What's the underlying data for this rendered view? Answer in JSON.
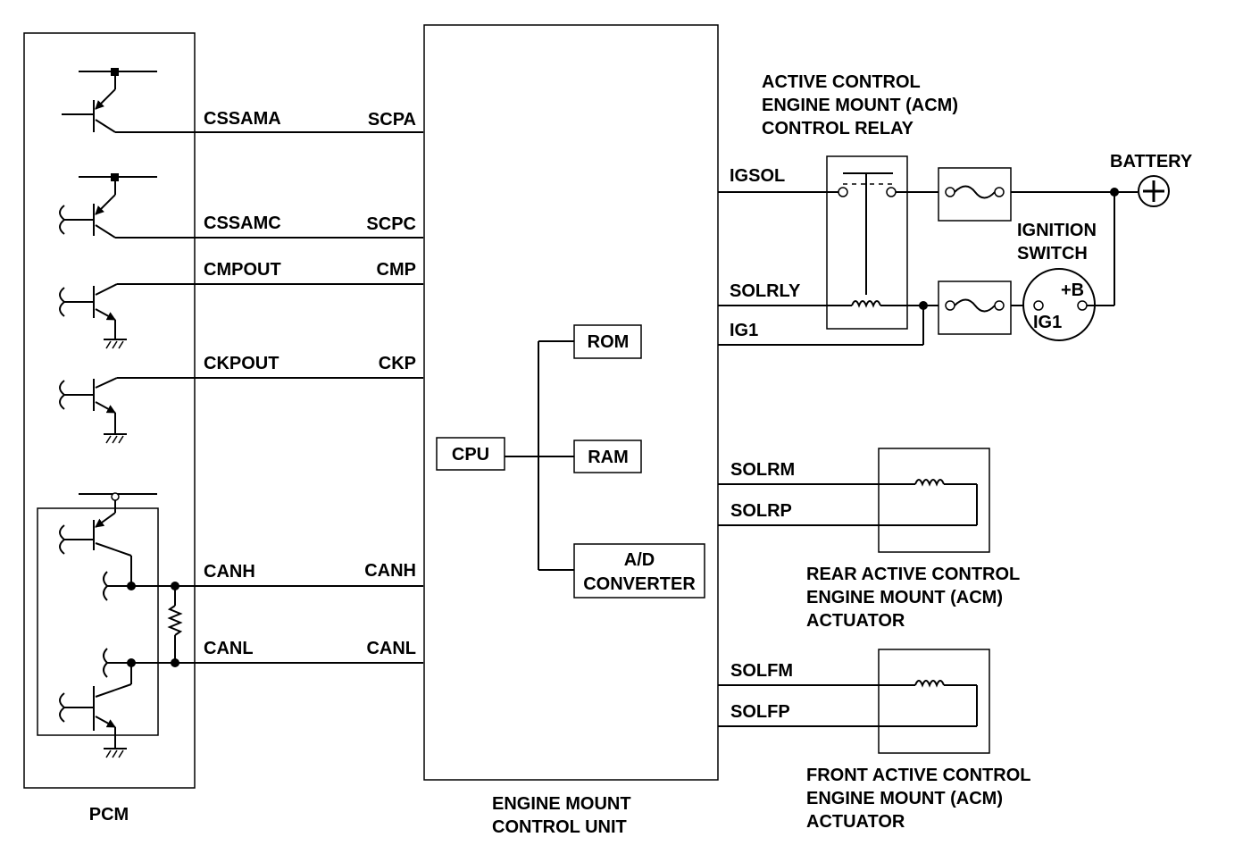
{
  "pcm": {
    "label": "PCM"
  },
  "pcm_pins": {
    "cssama": "CSSAMA",
    "cssamc": "CSSAMC",
    "cmpout": "CMPOUT",
    "ckpout": "CKPOUT",
    "canh": "CANH",
    "canl": "CANL"
  },
  "ecu": {
    "line1": "ENGINE MOUNT",
    "line2": "CONTROL UNIT"
  },
  "ecu_pins_left": {
    "scpa": "SCPA",
    "scpc": "SCPC",
    "cmp": "CMP",
    "ckp": "CKP",
    "canh": "CANH",
    "canl": "CANL"
  },
  "ecu_blocks": {
    "cpu": "CPU",
    "rom": "ROM",
    "ram": "RAM",
    "adc_line1": "A/D",
    "adc_line2": "CONVERTER"
  },
  "ecu_pins_right": {
    "igsol": "IGSOL",
    "solrly": "SOLRLY",
    "ig1": "IG1",
    "solrm": "SOLRM",
    "solrp": "SOLRP",
    "solfm": "SOLFM",
    "solfp": "SOLFP"
  },
  "relay": {
    "line1": "ACTIVE CONTROL",
    "line2": "ENGINE MOUNT (ACM)",
    "line3": "CONTROL RELAY"
  },
  "battery": {
    "label": "BATTERY"
  },
  "ignition_switch": {
    "line1": "IGNITION",
    "line2": "SWITCH",
    "terminal_b": "+B",
    "terminal_ig1": "IG1"
  },
  "rear_actuator": {
    "line1": "REAR ACTIVE CONTROL",
    "line2": "ENGINE MOUNT (ACM)",
    "line3": "ACTUATOR"
  },
  "front_actuator": {
    "line1": "FRONT ACTIVE CONTROL",
    "line2": "ENGINE MOUNT (ACM)",
    "line3": "ACTUATOR"
  }
}
